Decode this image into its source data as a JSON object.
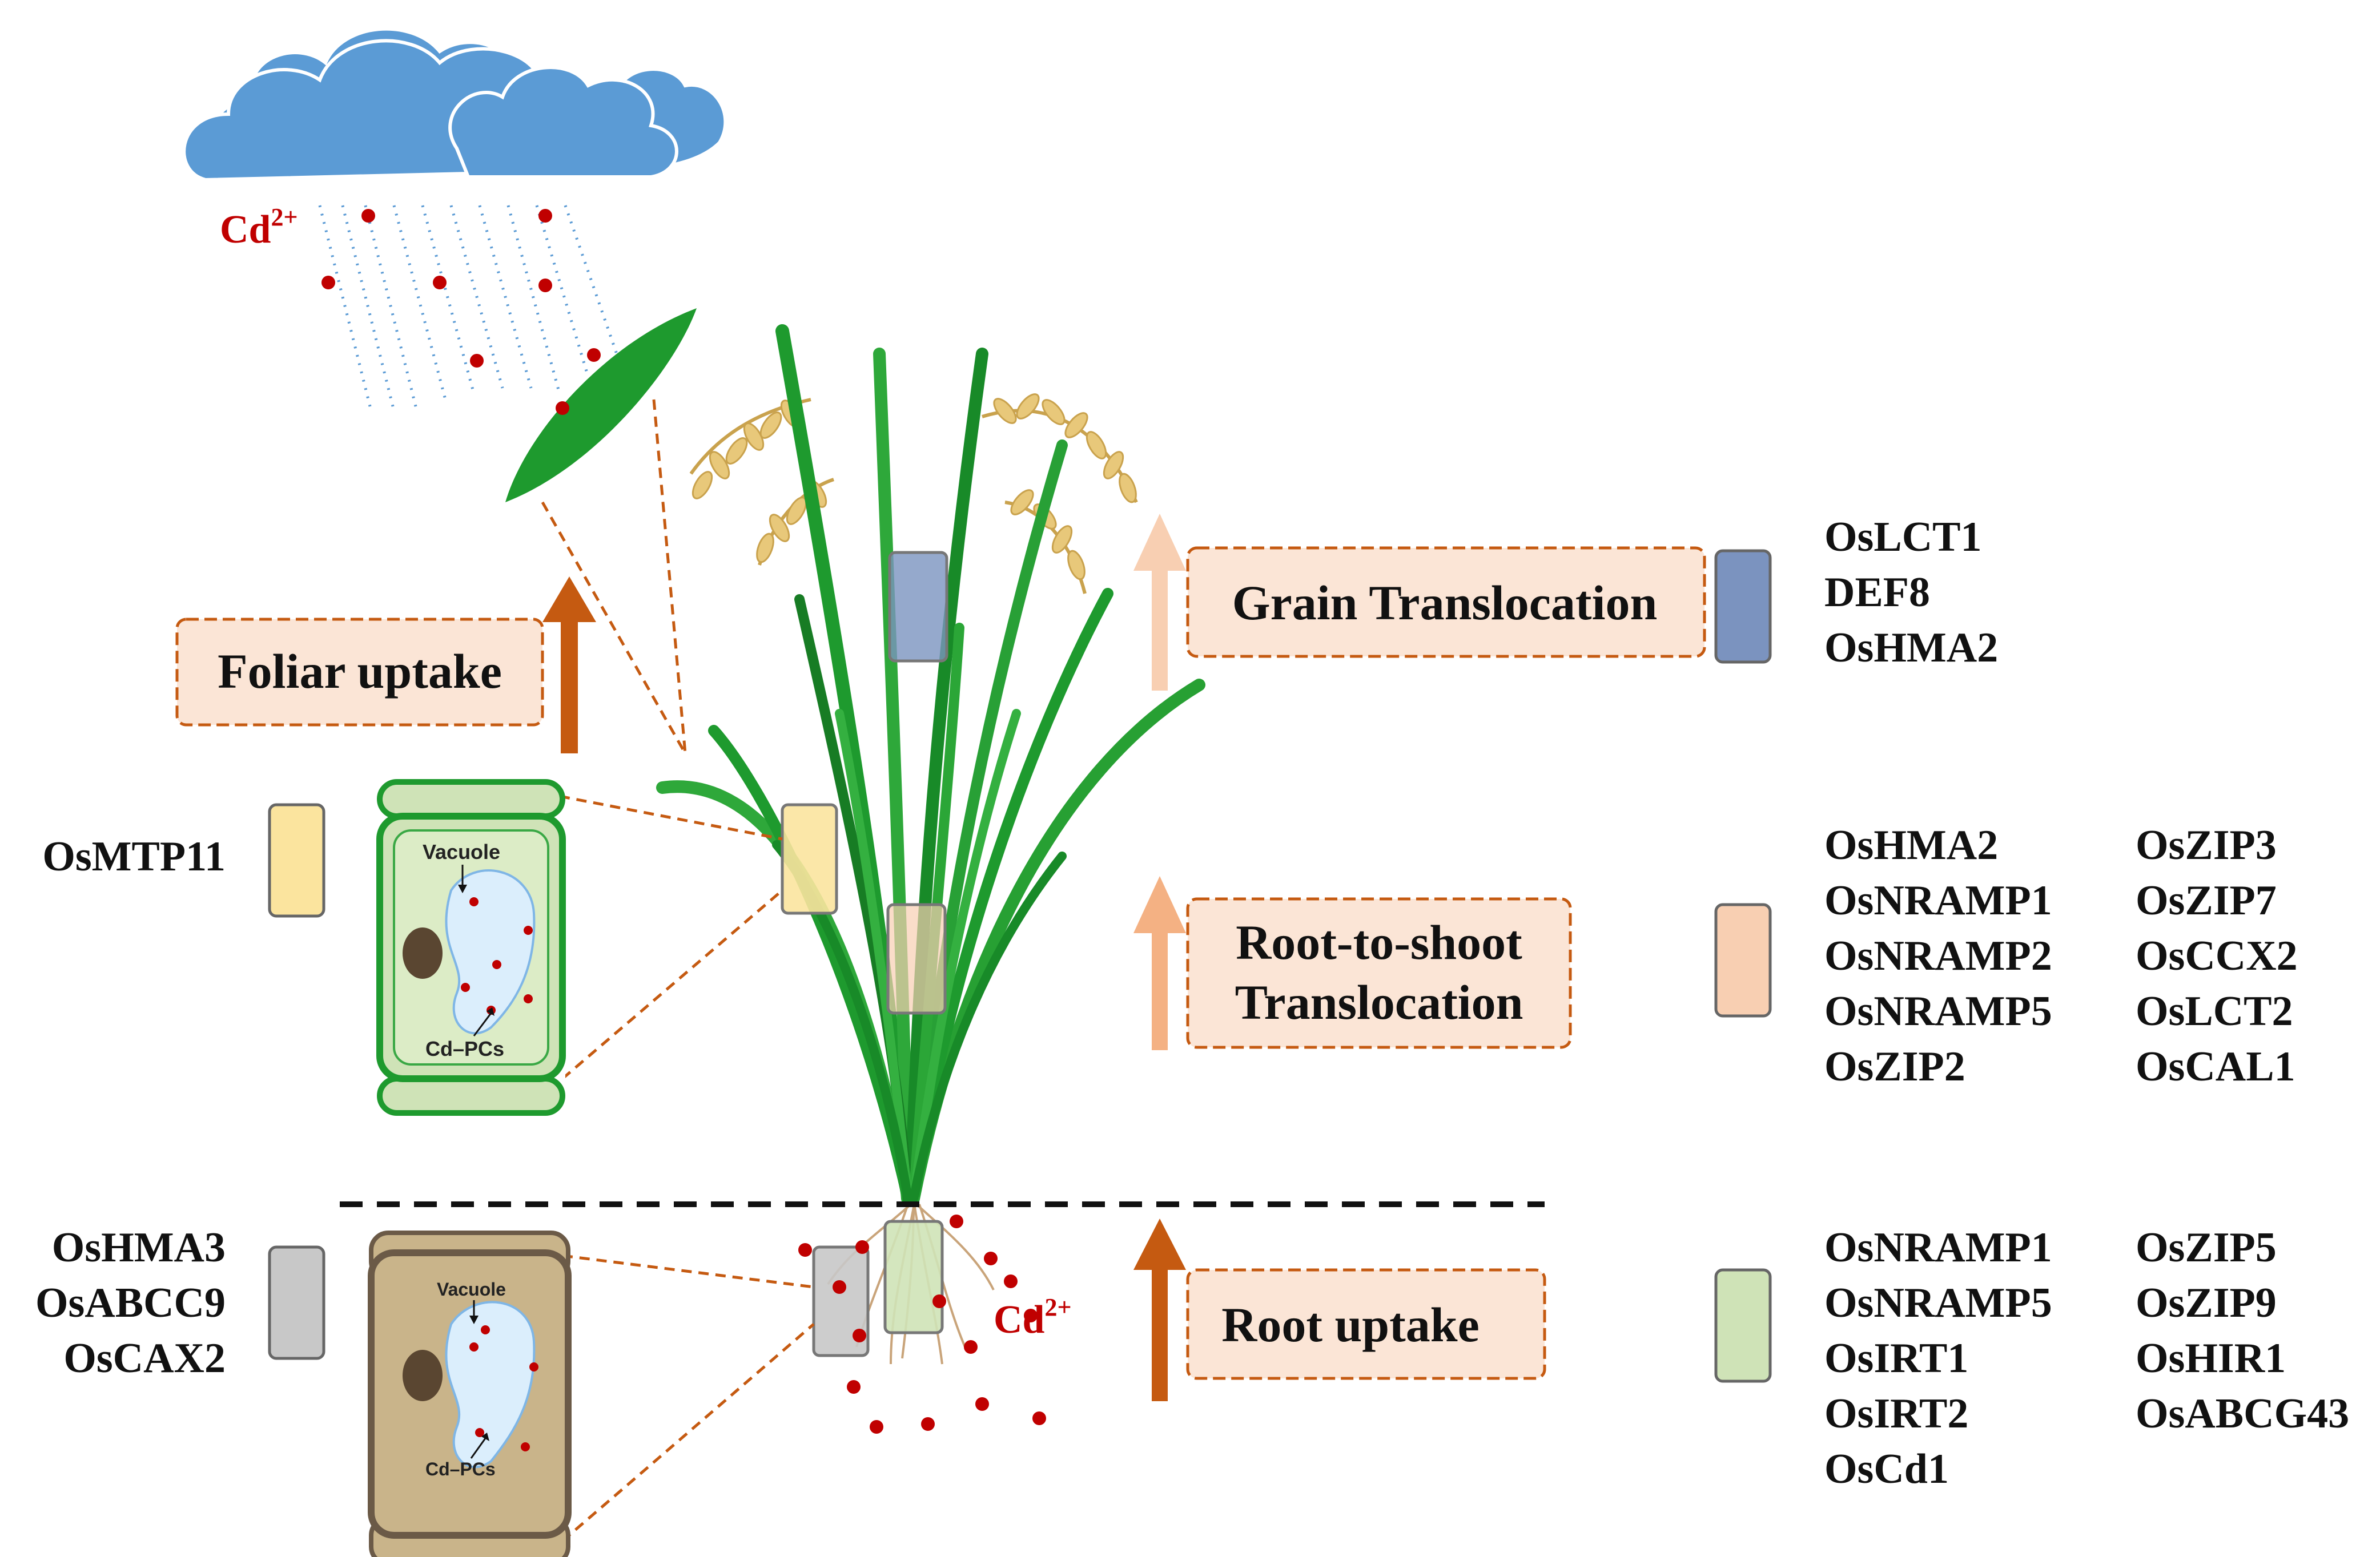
{
  "cd_label": "Cd",
  "cd_superscript": "2+",
  "processes": {
    "foliar": "Foliar uptake",
    "grain": "Grain Translocation",
    "root_to_shoot_line1": "Root-to-shoot",
    "root_to_shoot_line2": "Translocation",
    "root": "Root uptake"
  },
  "cells": {
    "vacuole_label": "Vacuole",
    "complex_label": "Cd–PCs"
  },
  "genes": {
    "grain": [
      "OsLCT1",
      "DEF8",
      "OsHMA2"
    ],
    "shoot_col1": [
      "OsHMA2",
      "OsNRAMP1",
      "OsNRAMP2",
      "OsNRAMP5",
      "OsZIP2"
    ],
    "shoot_col2": [
      "OsZIP3",
      "OsZIP7",
      "OsCCX2",
      "OsLCT2",
      "OsCAL1"
    ],
    "root_col1": [
      "OsNRAMP1",
      "OsNRAMP5",
      "OsIRT1",
      "OsIRT2",
      "OsCd1"
    ],
    "root_col2": [
      "OsZIP5",
      "OsZIP9",
      "OsHIR1",
      "OsABCG43"
    ],
    "leaf_vacuole": [
      "OsMTP11"
    ],
    "root_vacuole": [
      "OsHMA3",
      "OsABCC9",
      "OsCAX2"
    ]
  },
  "colors": {
    "grain_swatch": "#7b93bf",
    "shoot_swatch": "#f8cfb2",
    "root_swatch": "#cfe3b7",
    "leaf_cell_swatch": "#fbe49e",
    "root_cell_swatch": "#c8c8c8",
    "arrow_dark": "#c55a11",
    "arrow_light": "#f4b183",
    "box_fill": "#fbe5d6",
    "box_border": "#c55a11",
    "cd_dot": "#c00000",
    "cloud": "#5b9bd5",
    "leaf_green": "#1e9a2e"
  }
}
